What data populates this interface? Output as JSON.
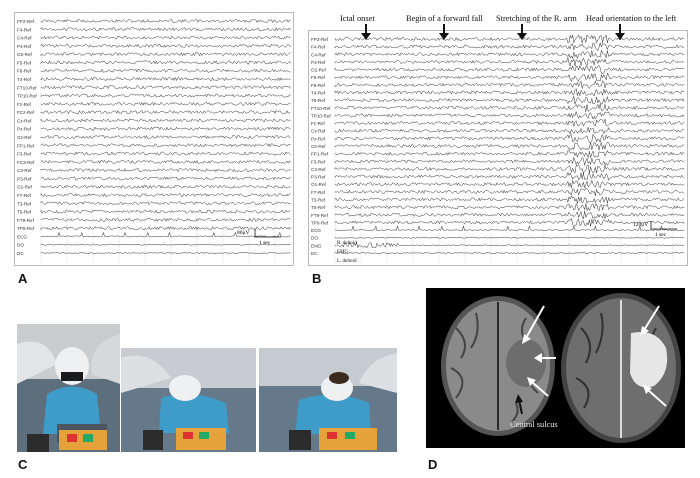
{
  "panels": {
    "a": {
      "letter": "A"
    },
    "b": {
      "letter": "B"
    },
    "c": {
      "letter": "C"
    },
    "d": {
      "letter": "D"
    }
  },
  "eeg_a": {
    "channels": [
      "FP2-Ref",
      "F4-Ref",
      "C4-Ref",
      "P4-Ref",
      "O2-Ref",
      "F5-Ref",
      "F6-Ref",
      "T4-Ref",
      "FT10-Ref",
      "TP10-Ref",
      "Fz-Ref",
      "FCz-Ref",
      "Cz-Ref",
      "Pz-Ref",
      "Oz-Ref",
      "FP1-Ref",
      "F3-Ref",
      "FC3-Ref",
      "C3-Ref",
      "P3-Ref",
      "O1-Ref",
      "F7-Ref",
      "T3-Ref",
      "T5-Ref",
      "FT9-Ref",
      "TP9-Ref",
      "ECG",
      "DO",
      "DC"
    ],
    "scale": {
      "amplitude": "80μV",
      "time": "1 sec"
    }
  },
  "eeg_b": {
    "channels": [
      "FP2-Ref",
      "F4-Ref",
      "C4-Ref",
      "P4-Ref",
      "O2-Ref",
      "F5-Ref",
      "F6-Ref",
      "T4-Ref",
      "T6-Ref",
      "FT10-Ref",
      "TP10-Ref",
      "Fz-Ref",
      "Cz-Ref",
      "Pz-Ref",
      "Oz-Ref",
      "FP1-Ref",
      "F3-Ref",
      "C3-Ref",
      "P3-Ref",
      "O1-Ref",
      "F7-Ref",
      "T3-Ref",
      "T5-Ref",
      "FT9-Ref",
      "TP9-Ref",
      "ECG",
      "DO",
      "EMG",
      "DC"
    ],
    "events": [
      {
        "label": "Ictal onset"
      },
      {
        "label": "Begin of a forward fall"
      },
      {
        "label": "Stretching of the R. arm"
      },
      {
        "label": "Head orientation to the left"
      }
    ],
    "emg_labels": {
      "right": "R. deltoid",
      "left": "L. deltoid",
      "emg": "EMG"
    },
    "scale": {
      "amplitude": "120μV",
      "time": "1 sec"
    }
  },
  "mri": {
    "annotation": "Central sulcus"
  },
  "colors": {
    "trace": "#2b2b2b",
    "frame": "#b8b8b8",
    "mri_bg": "#000000",
    "lesion": "#e6e6e6"
  }
}
